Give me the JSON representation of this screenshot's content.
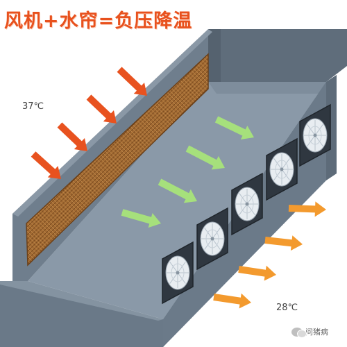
{
  "title": "风机+水帘=负压降温",
  "labels": {
    "inside_temp": "37℃",
    "outside_temp": "28℃"
  },
  "watermark": "问猪病",
  "icons": {
    "pad": "cooling-pad-icon",
    "fan": "exhaust-fan-icon",
    "hot_air": "hot-air-arrow-icon",
    "cool_air": "cool-air-arrow-icon",
    "exhaust": "exhaust-air-arrow-icon"
  },
  "colors": {
    "title": "#e8511d",
    "hot_arrow": "#e8521f",
    "cool_arrow": "#a6e07c",
    "exhaust_arrow": "#f39a2e",
    "pad": "#a06a33",
    "wall": "#6d7c8c",
    "floor": "#8796a4"
  }
}
